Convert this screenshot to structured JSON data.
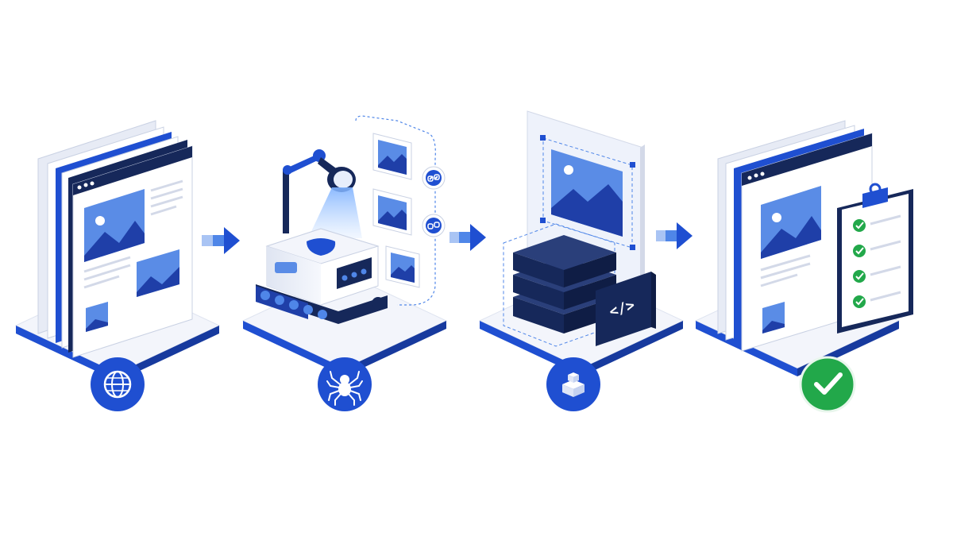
{
  "diagram": {
    "steps": [
      {
        "id": "web-pages",
        "icon": "globe-icon"
      },
      {
        "id": "crawler",
        "icon": "spider-icon"
      },
      {
        "id": "extract",
        "icon": "block-icon"
      },
      {
        "id": "verified",
        "icon": "check-icon"
      }
    ],
    "code_tag": "</>",
    "colors": {
      "brand_blue": "#1f4fd1",
      "light_blue": "#4f86e8",
      "navy": "#16285a",
      "success_green": "#22a84a",
      "panel": "#eef2fb"
    }
  }
}
